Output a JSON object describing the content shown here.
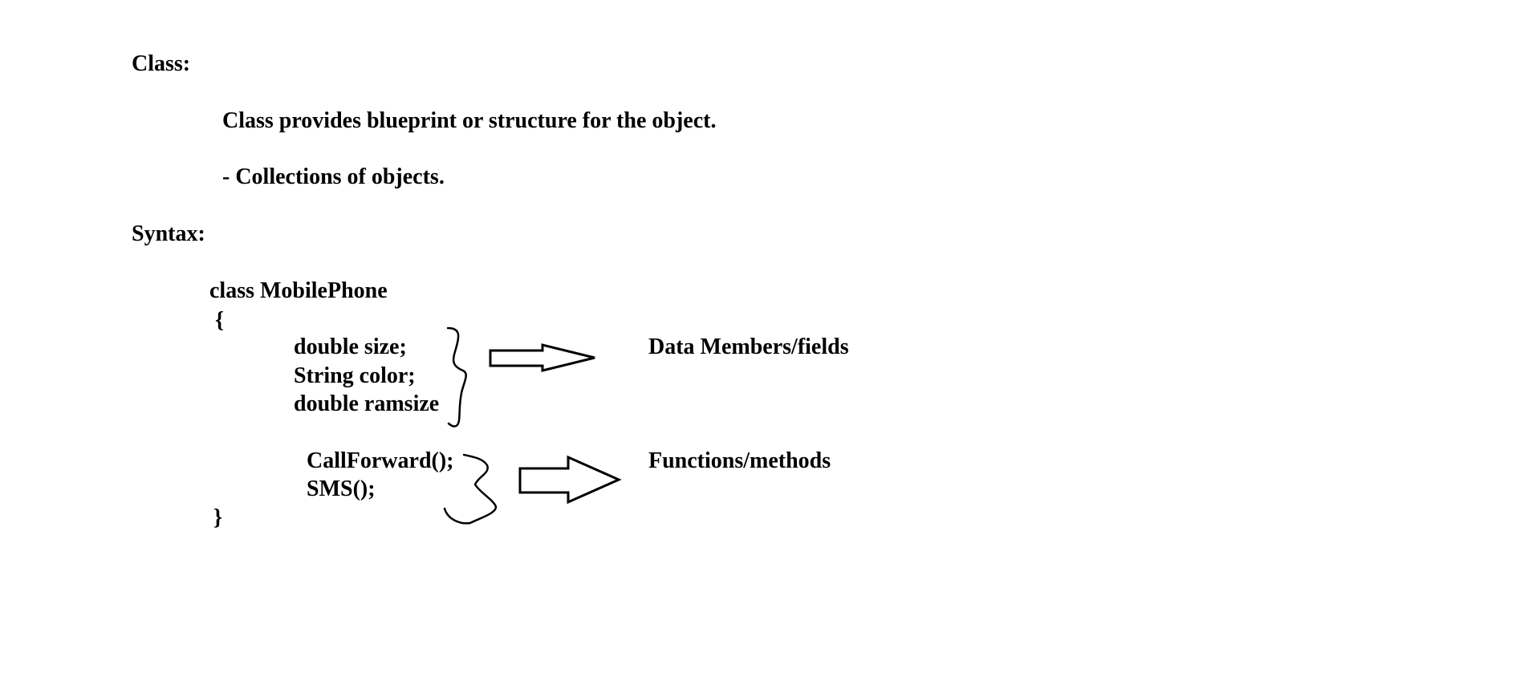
{
  "class_section": {
    "heading": "Class:",
    "definition": "Class provides blueprint or structure for the object.",
    "note": "- Collections of objects."
  },
  "syntax_section": {
    "heading": "Syntax:",
    "code": {
      "declaration": "class MobilePhone",
      "open_brace": "{",
      "fields": [
        "double size;",
        "String color;",
        "double ramsize"
      ],
      "methods": [
        "CallForward();",
        "SMS();"
      ],
      "close_brace": "}"
    },
    "annotations": {
      "fields_label": "Data Members/fields",
      "methods_label": "Functions/methods"
    }
  }
}
